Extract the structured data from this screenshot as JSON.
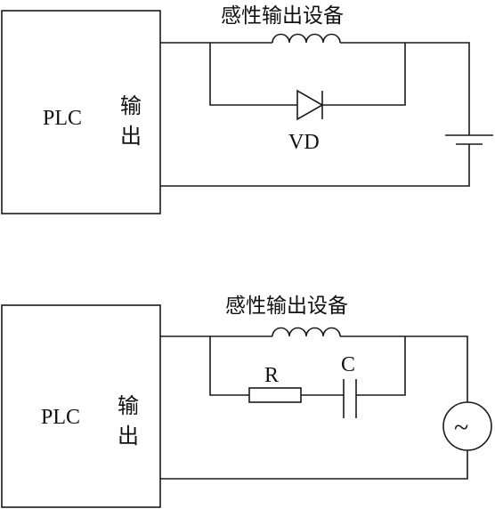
{
  "top_circuit": {
    "controller_label": "PLC",
    "output_label_line1": "输",
    "output_label_line2": "出",
    "load_label": "感性输出设备",
    "diode_label": "VD"
  },
  "bottom_circuit": {
    "controller_label": "PLC",
    "output_label_line1": "输",
    "output_label_line2": "出",
    "load_label": "感性输出设备",
    "resistor_label": "R",
    "capacitor_label": "C",
    "source_symbol": "~"
  }
}
